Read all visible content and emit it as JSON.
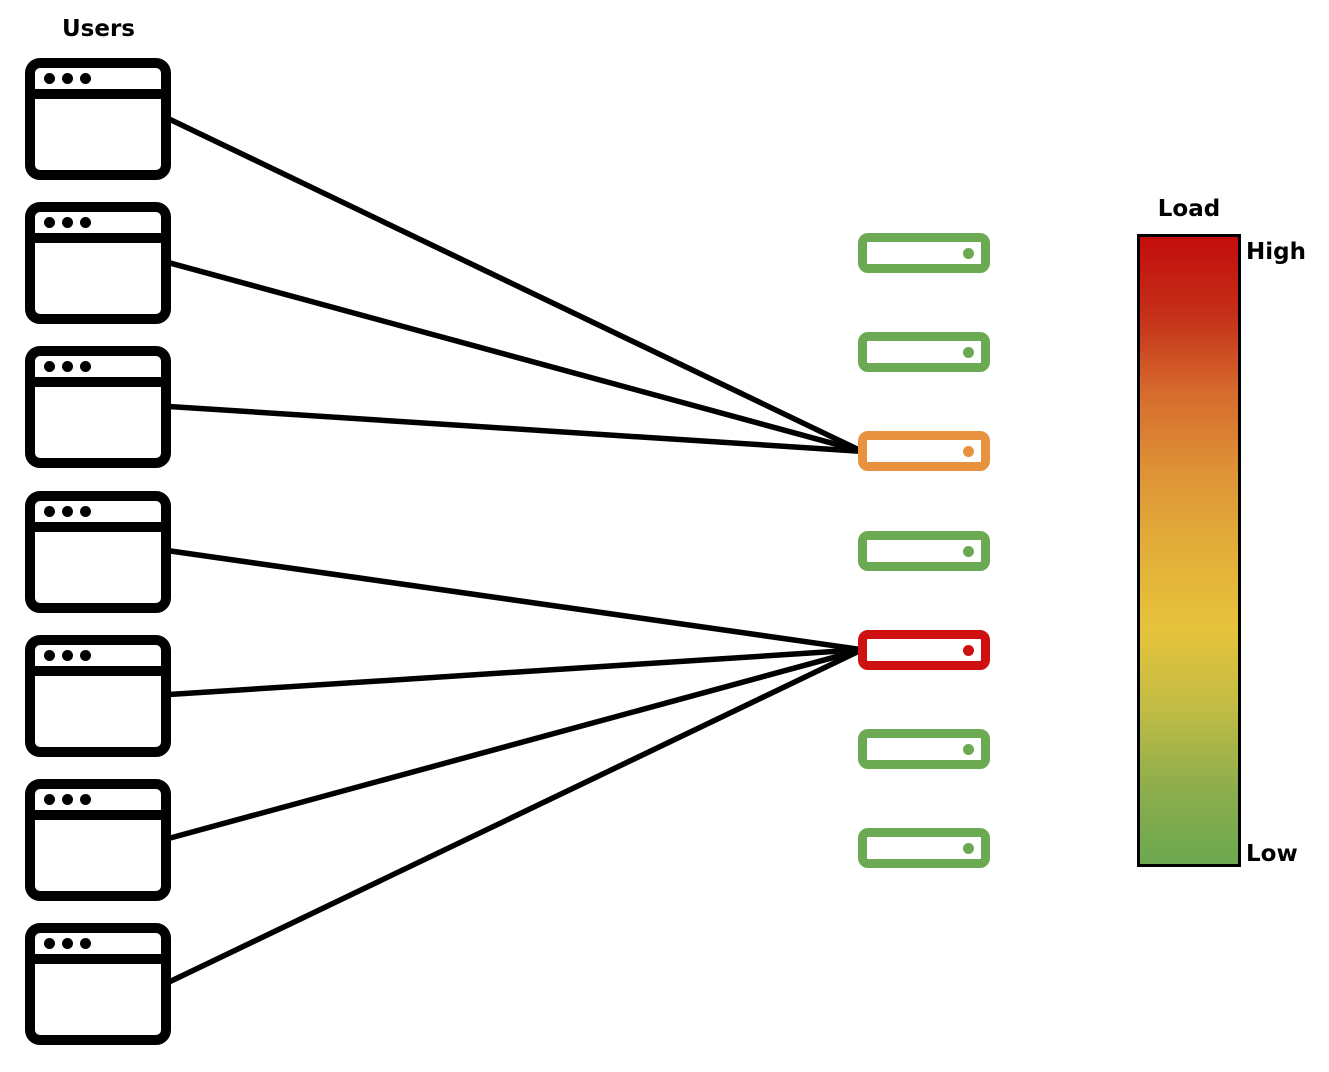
{
  "users_label": "Users",
  "legend": {
    "title": "Load",
    "high_label": "High",
    "low_label": "Low",
    "gradient_stops": [
      "#c40d0c",
      "#c53019",
      "#d66c2e",
      "#de9336",
      "#e2ae39",
      "#e6c33c",
      "#c2bc44",
      "#8fae4c",
      "#6ba84f"
    ]
  },
  "load_colors": {
    "low": "#6baa53",
    "medium": "#e8913f",
    "high": "#ce1110"
  },
  "line_color": "#000000",
  "users": [
    {
      "id": "user-1"
    },
    {
      "id": "user-2"
    },
    {
      "id": "user-3"
    },
    {
      "id": "user-4"
    },
    {
      "id": "user-5"
    },
    {
      "id": "user-6"
    },
    {
      "id": "user-7"
    }
  ],
  "servers": [
    {
      "id": "server-1",
      "load": "low"
    },
    {
      "id": "server-2",
      "load": "low"
    },
    {
      "id": "server-3",
      "load": "medium"
    },
    {
      "id": "server-4",
      "load": "low"
    },
    {
      "id": "server-5",
      "load": "high"
    },
    {
      "id": "server-6",
      "load": "low"
    },
    {
      "id": "server-7",
      "load": "low"
    }
  ],
  "connections": [
    {
      "from": 0,
      "to": 2
    },
    {
      "from": 1,
      "to": 2
    },
    {
      "from": 2,
      "to": 2
    },
    {
      "from": 3,
      "to": 4
    },
    {
      "from": 4,
      "to": 4
    },
    {
      "from": 5,
      "to": 4
    },
    {
      "from": 6,
      "to": 4
    }
  ]
}
